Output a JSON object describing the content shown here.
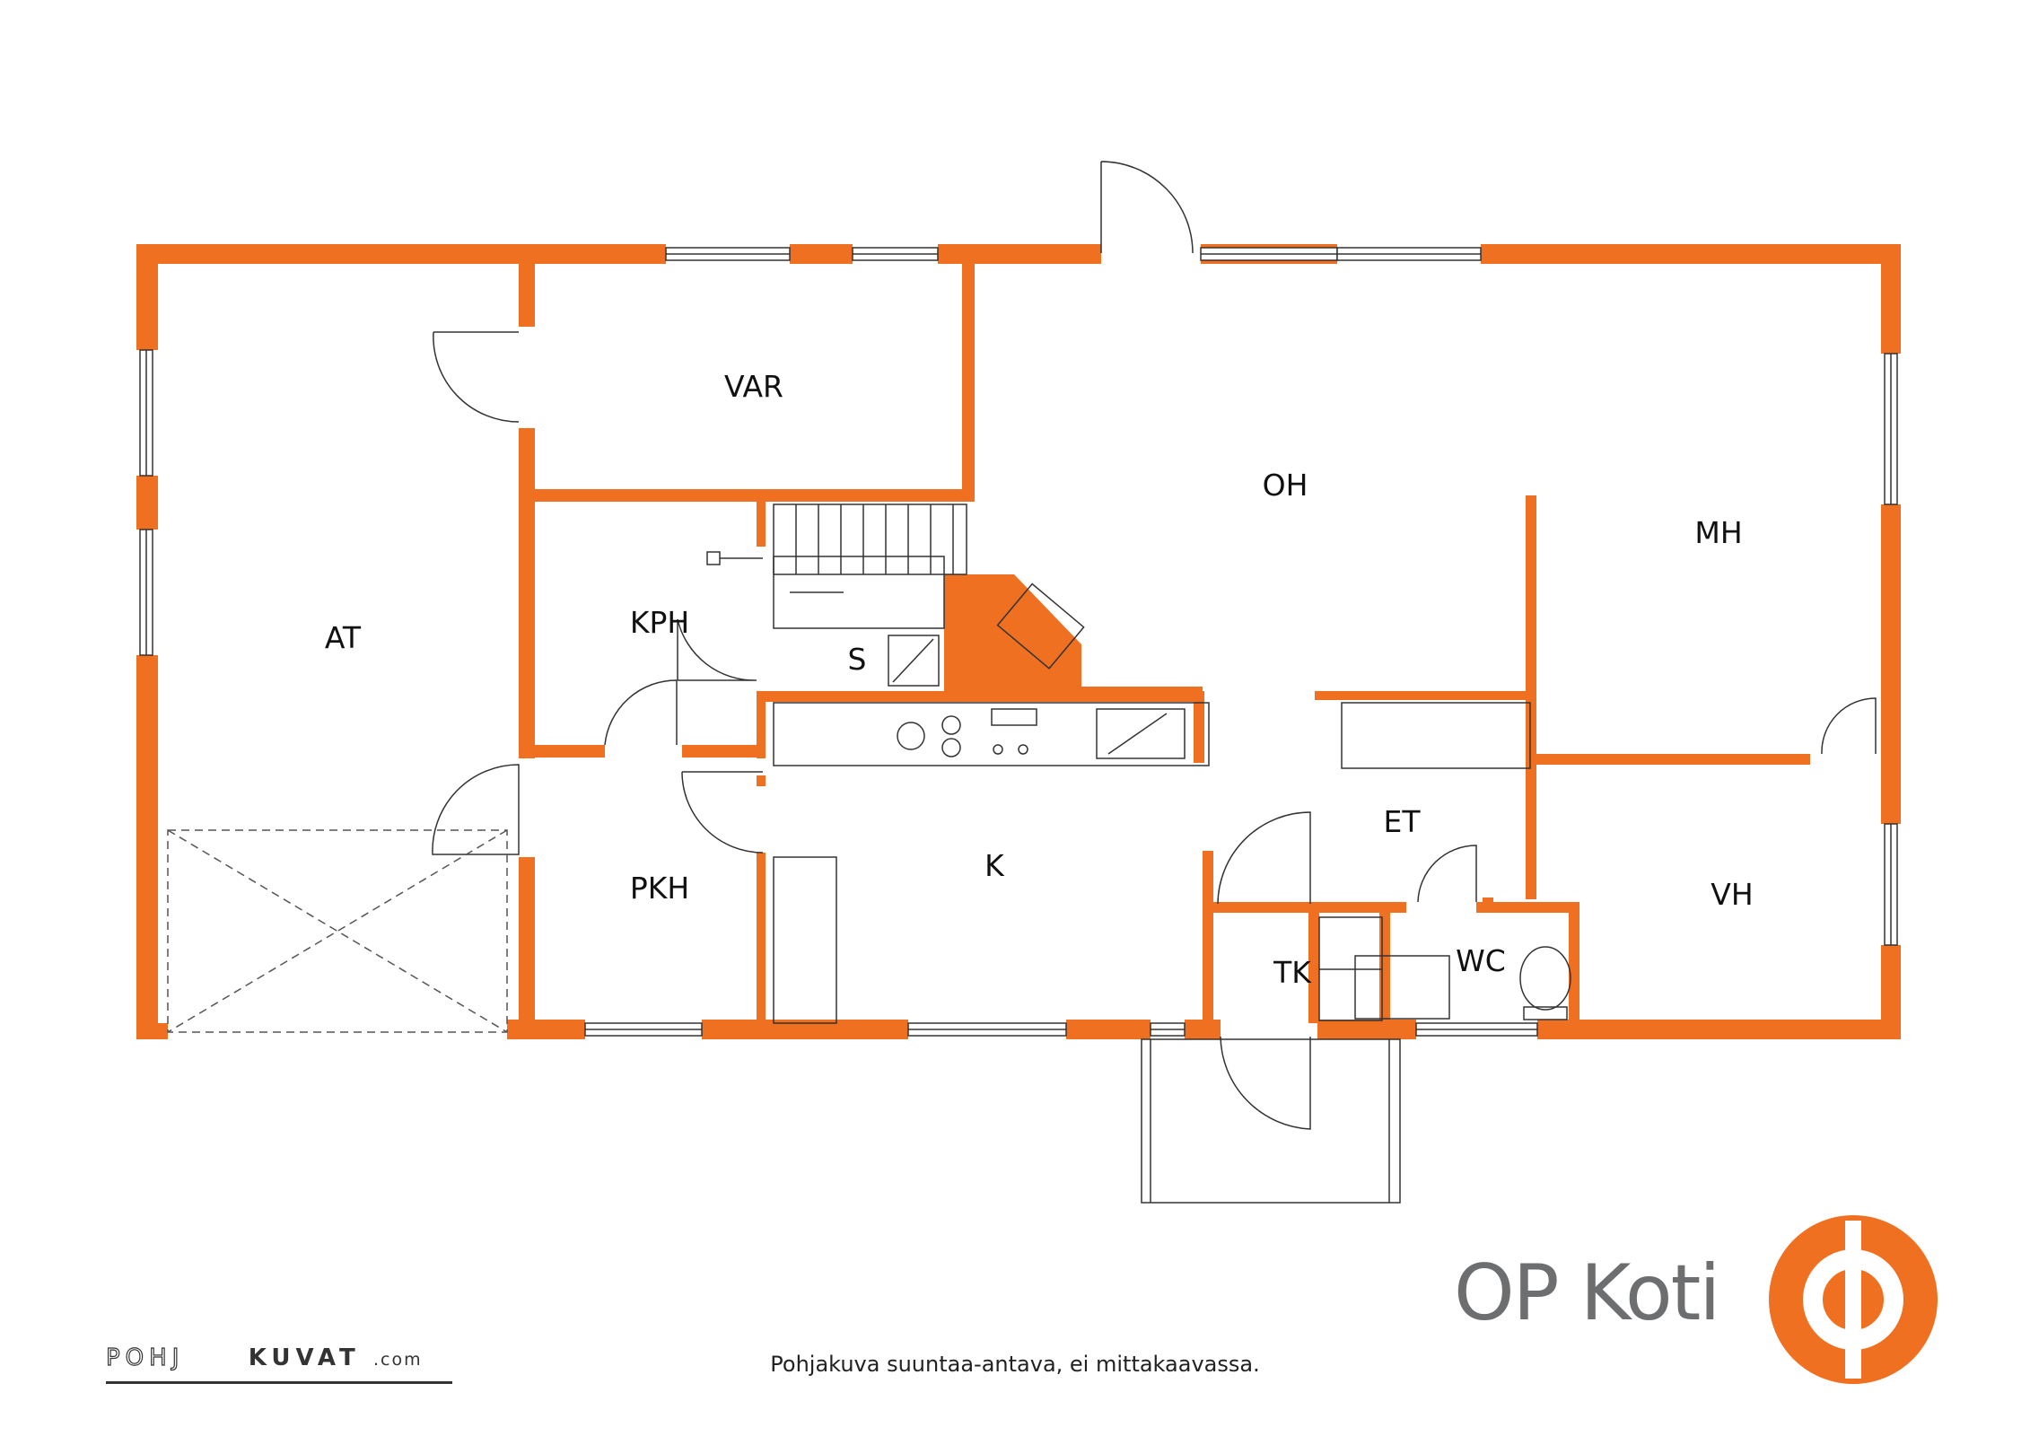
{
  "colors": {
    "wall": "#f07021",
    "line": "#333333",
    "logo_orange": "#f07021",
    "brand_grey": "#6d6e70"
  },
  "rooms": {
    "AT": "AT",
    "VAR": "VAR",
    "OH": "OH",
    "MH": "MH",
    "KPH": "KPH",
    "S": "S",
    "PKH": "PKH",
    "K": "K",
    "ET": "ET",
    "VH": "VH",
    "TK": "TK",
    "WC": "WC"
  },
  "brand": {
    "name": "OP Koti",
    "logo": "op-logo"
  },
  "disclaimer": "Pohjakuva suuntaa-antava, ei mittakaavassa.",
  "watermark": {
    "part1": "POHJ",
    "part2": "KUVAT",
    "suffix": ".com"
  }
}
